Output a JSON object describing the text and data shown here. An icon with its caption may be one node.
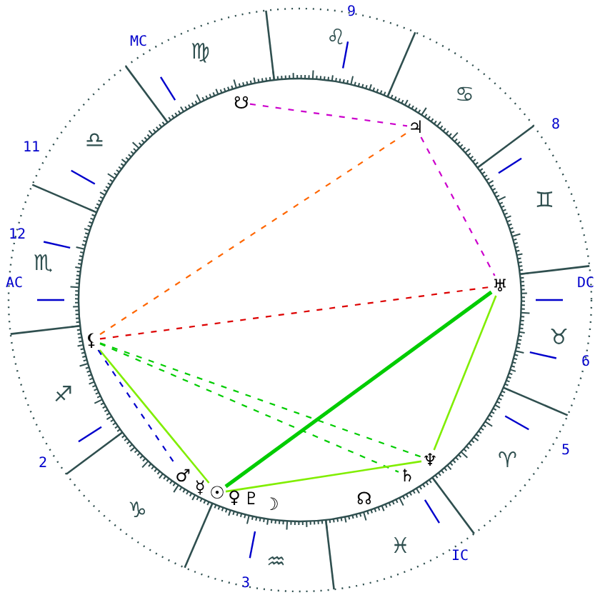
{
  "diagram": {
    "nodes": [
      {
        "text": [
          "☋"
        ]
      },
      {
        "text": [
          "♃"
        ]
      },
      {
        "text": [
          "♅"
        ]
      },
      {
        "text": [
          "⚸"
        ]
      },
      {
        "text": [
          "♂"
        ]
      },
      {
        "text": [
          "☿"
        ]
      },
      {
        "text": [
          "☉"
        ]
      },
      {
        "text": [
          "♀"
        ]
      },
      {
        "text": [
          "♇"
        ]
      },
      {
        "text": [
          "☽"
        ]
      },
      {
        "text": [
          "♄"
        ]
      },
      {
        "text": [
          "♆"
        ]
      },
      {
        "text": [
          "☊"
        ]
      }
    ],
    "edges": [
      {
        "from": 0,
        "to": 1,
        "arrow": "none",
        "style": "dashed",
        "color": "#cc00cc"
      },
      {
        "from": 1,
        "to": 2,
        "arrow": "none",
        "style": "dashed",
        "color": "#cc00cc"
      },
      {
        "from": 3,
        "to": 1,
        "arrow": "none",
        "style": "dashed",
        "color": "#ff6600"
      },
      {
        "from": 3,
        "to": 2,
        "arrow": "none",
        "style": "dashed",
        "color": "#dd0000"
      },
      {
        "from": 3,
        "to": 6,
        "arrow": "none",
        "color": "#80ee00"
      },
      {
        "from": 3,
        "to": 4,
        "arrow": "none",
        "style": "dashed",
        "color": "#0000cc"
      },
      {
        "from": 3,
        "to": 10,
        "arrow": "none",
        "style": "dashed",
        "color": "#00cc00"
      },
      {
        "from": 3,
        "to": 11,
        "arrow": "none",
        "style": "dashed",
        "color": "#00cc00"
      },
      {
        "from": 6,
        "to": 2,
        "arrow": "none",
        "style": "thick",
        "color": "#00cc00"
      },
      {
        "from": 6,
        "to": 11,
        "arrow": "none",
        "color": "#80ee00"
      },
      {
        "from": 11,
        "to": 2,
        "arrow": "none",
        "color": "#80ee00"
      }
    ],
    "labels": [
      "9",
      "♌",
      "MC",
      "♍",
      "♋",
      "11",
      "♎",
      "8",
      "♊",
      "12",
      "♏",
      "AC",
      "DC",
      "♉",
      "6",
      "♐",
      "5",
      "♈",
      "2",
      "IC",
      "♑",
      "♓",
      "♒",
      "3"
    ]
  }
}
